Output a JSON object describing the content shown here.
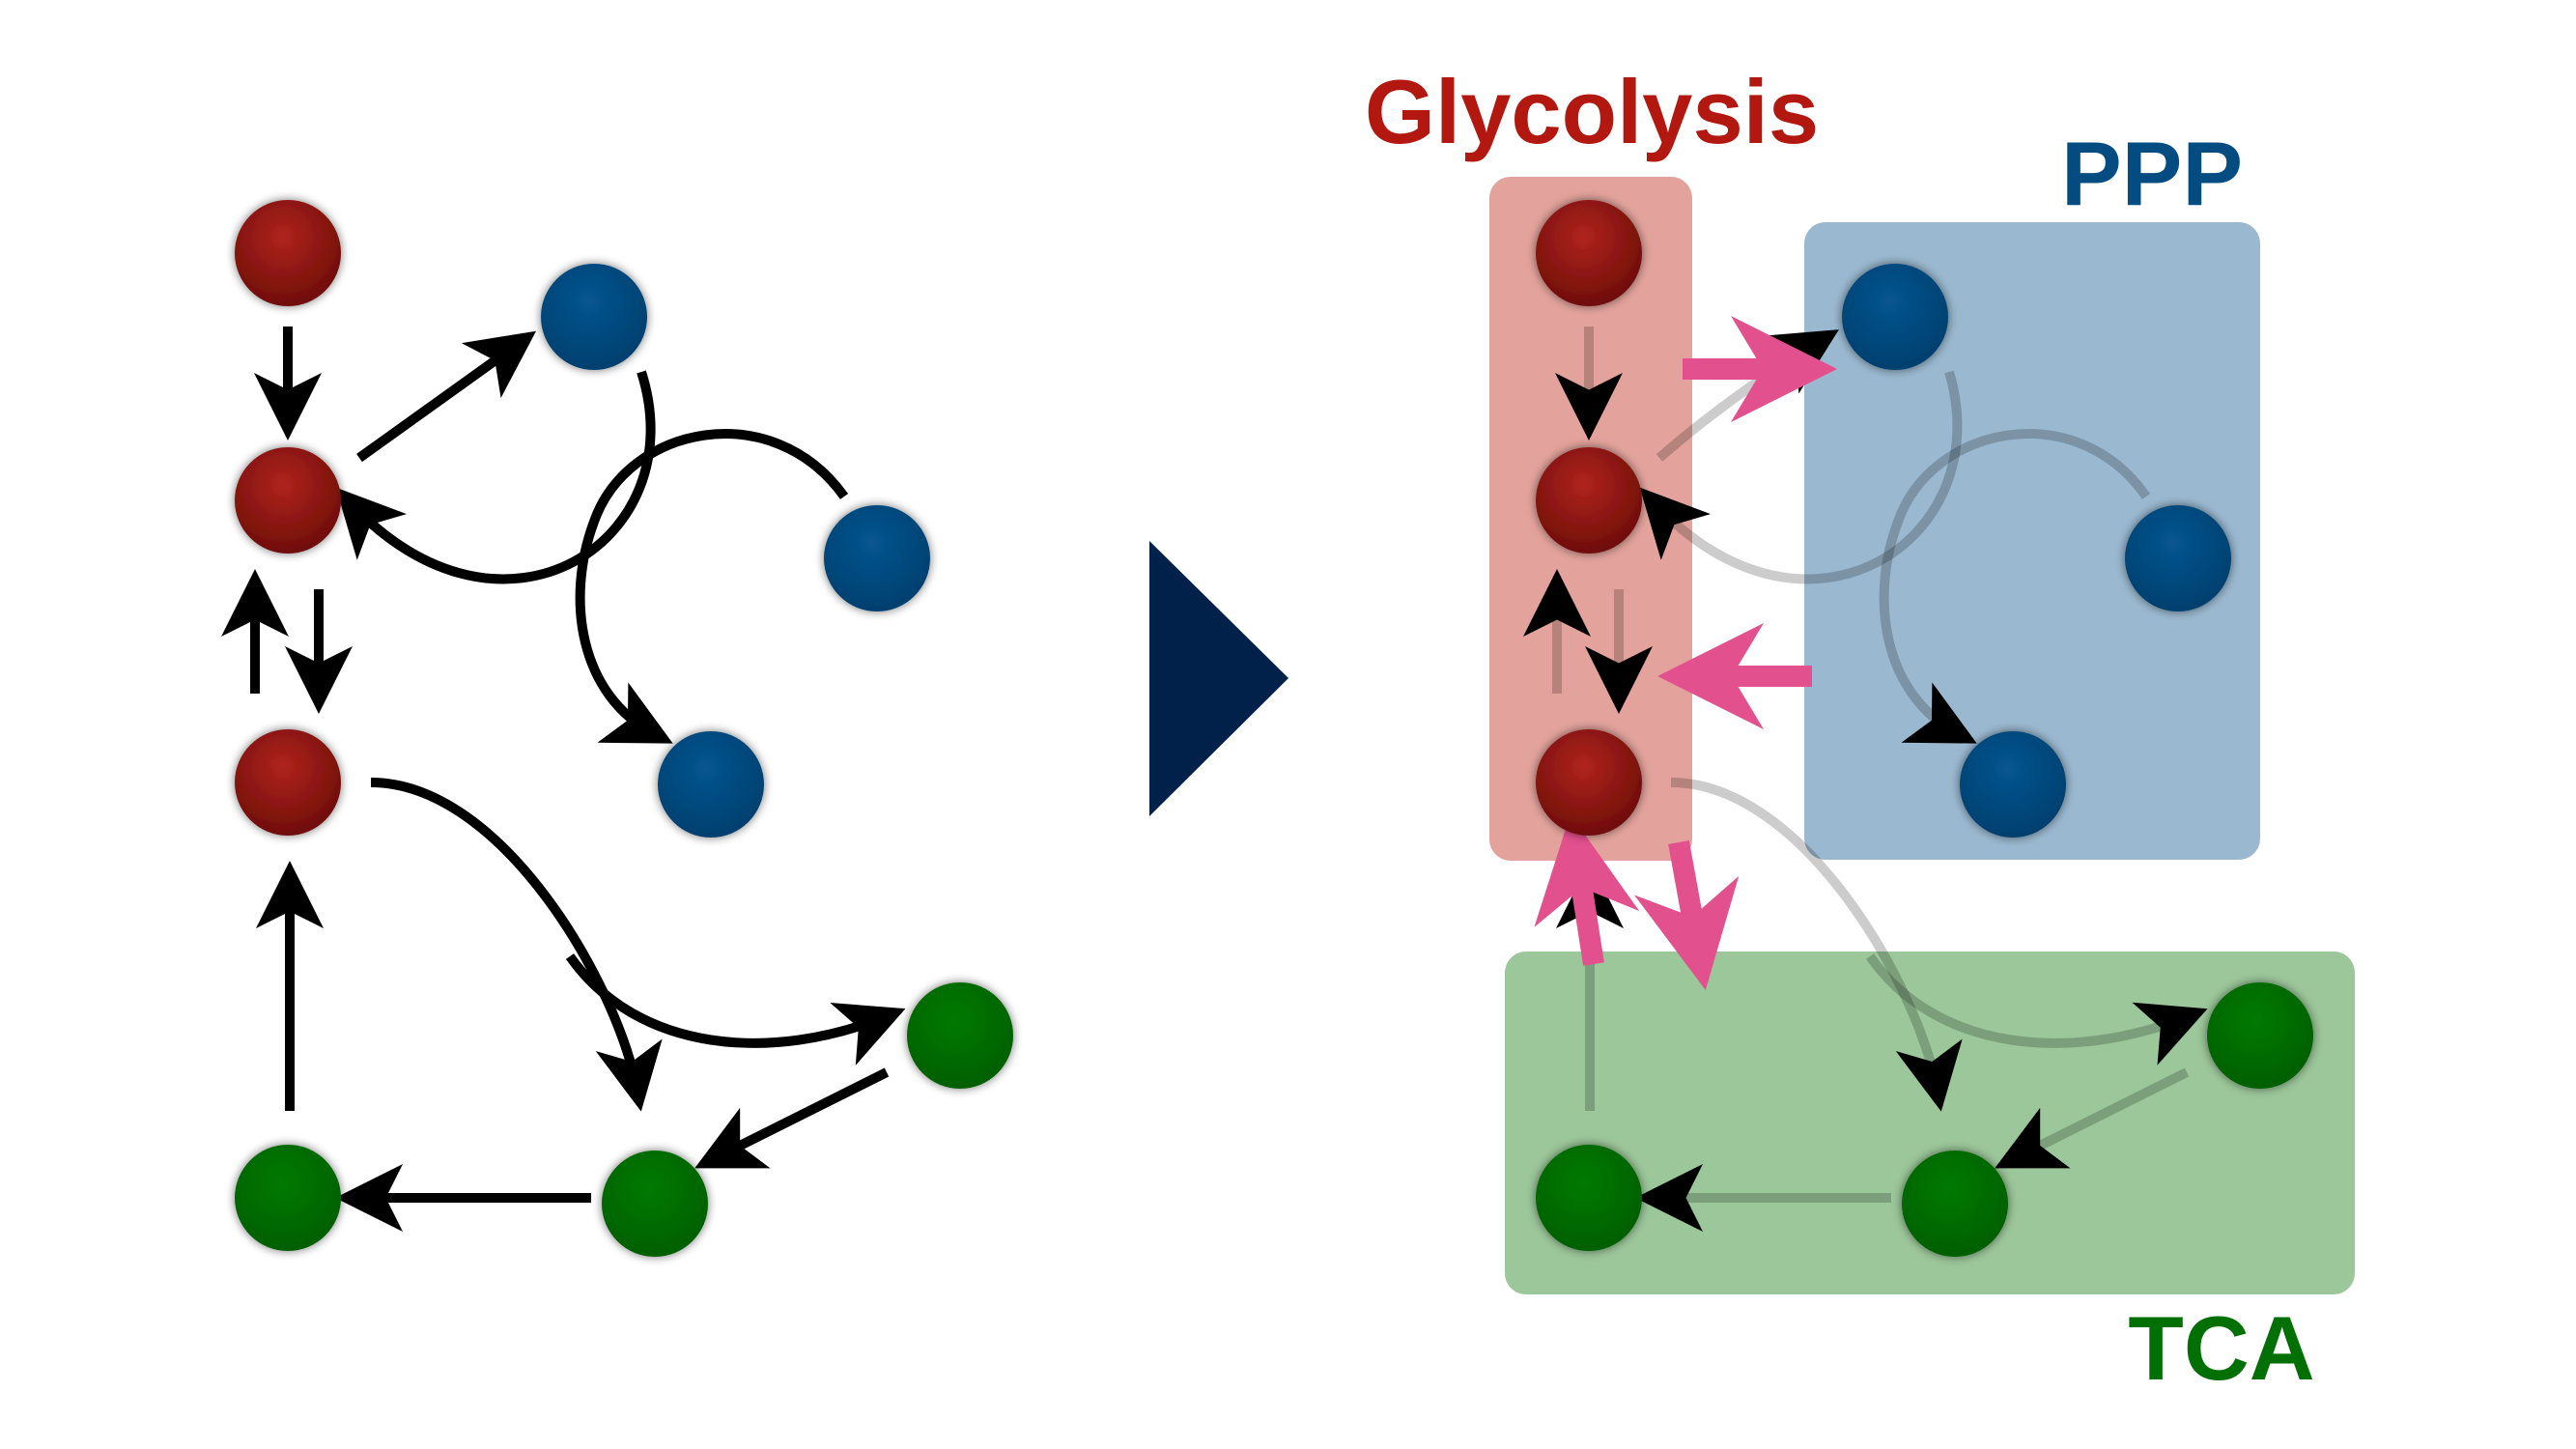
{
  "colors": {
    "glycolysis": "#9e1a16",
    "glycolysis_dark": "#6a0c08",
    "ppp": "#034c82",
    "ppp_dark": "#02365e",
    "tca": "#006f04",
    "tca_dark": "#004d03",
    "arrow": "#000000",
    "flux_arrow": "#e2508e",
    "play_triangle": "#02214a",
    "glycolysis_box": "#e3a39c",
    "ppp_box": "#9ab8cf",
    "tca_box": "#9cc79a",
    "glycolysis_label": "#b31810",
    "ppp_label": "#034c82",
    "tca_label": "#006f04"
  },
  "pathways": {
    "glycolysis": {
      "label": "Glycolysis"
    },
    "ppp": {
      "label": "PPP"
    },
    "tca": {
      "label": "TCA"
    }
  },
  "icons": {
    "transition": "play-triangle-icon",
    "node": "circle-icon",
    "edge": "arrow-icon"
  }
}
